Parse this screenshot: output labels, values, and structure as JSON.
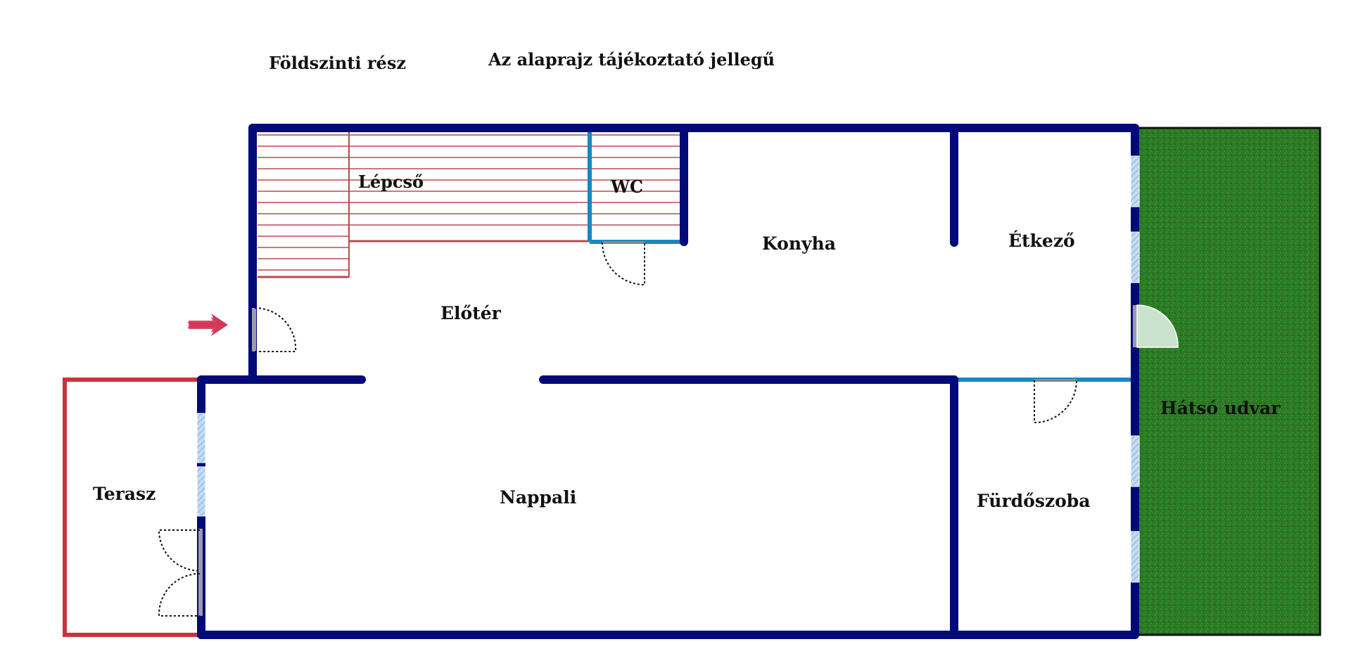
{
  "header": {
    "section_title": "Földszinti rész",
    "disclaimer": "Az alaprajz tájékoztató jellegű"
  },
  "rooms": {
    "lepcso": "Lépcső",
    "wc": "WC",
    "konyha": "Konyha",
    "etkezo": "Étkező",
    "eloter": "Előtér",
    "hatso_udvar": "Hátsó udvar",
    "terasz": "Terasz",
    "nappali": "Nappali",
    "furdoszoba": "Fürdőszoba"
  },
  "colors": {
    "main_wall": "#000a78",
    "partition_wall": "#1a86c2",
    "terrace_outline": "#c7333c",
    "stairs": "#b84a52",
    "yard": "#2c7a24",
    "entrance_arrow": "#d03a5a",
    "window": "#a8c8e8"
  },
  "icons": {
    "entrance": "entrance-arrow-icon",
    "door": "door-swing-icon",
    "window": "window-icon"
  }
}
